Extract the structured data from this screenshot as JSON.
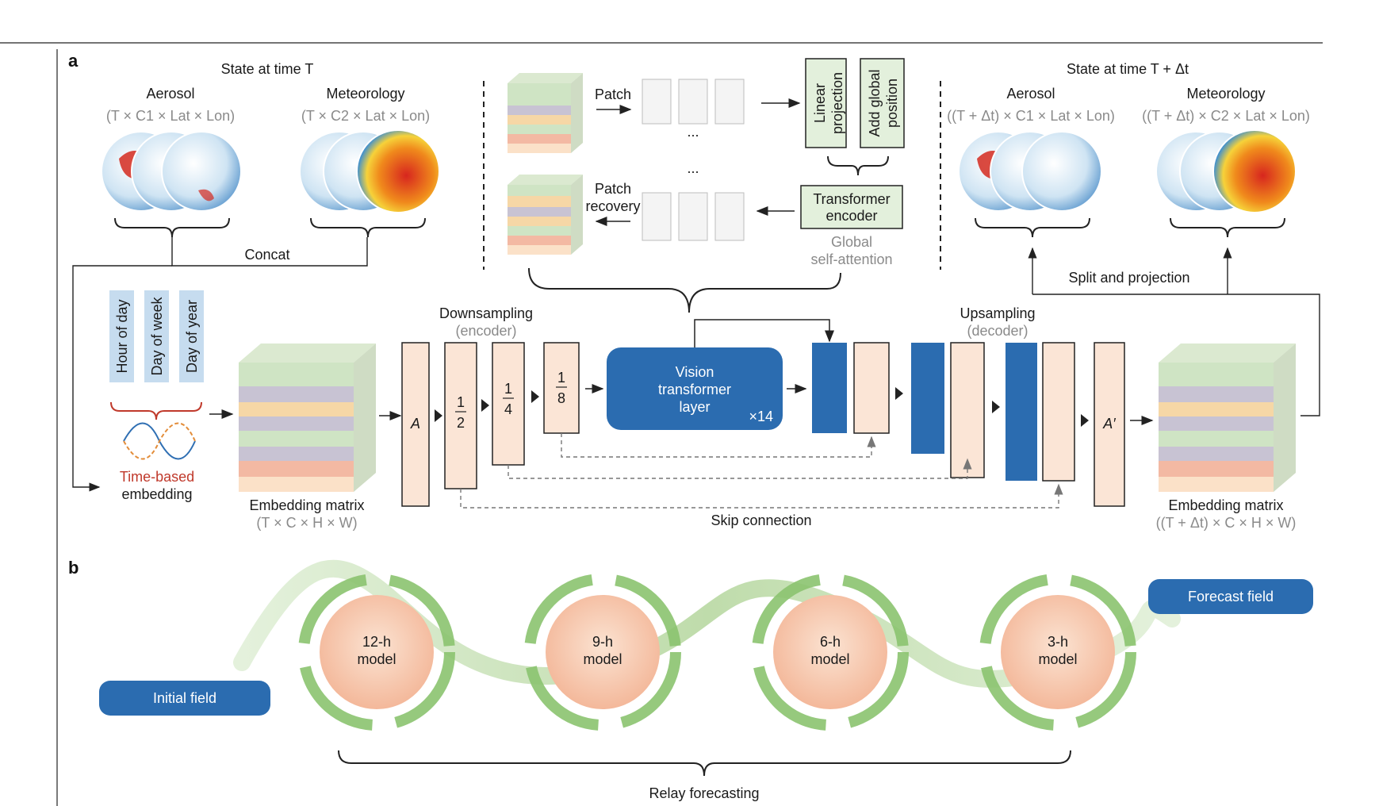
{
  "panel_a": {
    "label": "a",
    "state_t": {
      "title": "State at time T",
      "aerosol_title": "Aerosol",
      "aerosol_dims": "(T × C1 × Lat × Lon)",
      "meteo_title": "Meteorology",
      "meteo_dims": "(T × C2 × Lat × Lon)",
      "concat": "Concat"
    },
    "patch_block": {
      "patch": "Patch",
      "patch_recovery_1": "Patch",
      "patch_recovery_2": "recovery",
      "ellipsis": "...",
      "linear_1": "Linear",
      "linear_2": "projection",
      "addpos_1": "Add global",
      "addpos_2": "position",
      "transformer_1": "Transformer",
      "transformer_2": "encoder",
      "global_1": "Global",
      "global_2": "self-attention"
    },
    "state_t_dt": {
      "title": "State at time T + Δt",
      "aerosol_title": "Aerosol",
      "aerosol_dims": "((T + Δt) × C1 × Lat × Lon)",
      "meteo_title": "Meteorology",
      "meteo_dims": "((T + Δt) × C2 × Lat × Lon)",
      "split": "Split and projection"
    },
    "time_embedding": {
      "bars": [
        "Hour of day",
        "Day of week",
        "Day of year"
      ],
      "title_1": "Time-based",
      "title_2": "embedding"
    },
    "embedding_in": {
      "title": "Embedding matrix",
      "dims": "(T × C × H × W)"
    },
    "embedding_out": {
      "title": "Embedding matrix",
      "dims": "((T + Δt) × C × H × W)"
    },
    "downsampling": {
      "title": "Downsampling",
      "sub": "(encoder)"
    },
    "upsampling": {
      "title": "Upsampling",
      "sub": "(decoder)"
    },
    "blocks": {
      "a": "A",
      "half": [
        "1",
        "2"
      ],
      "quarter": [
        "1",
        "4"
      ],
      "eighth": [
        "1",
        "8"
      ],
      "a_prime": "A′"
    },
    "vit": {
      "line1": "Vision",
      "line2": "transformer",
      "line3": "layer",
      "repeat": "×14"
    },
    "skip": "Skip connection"
  },
  "panel_b": {
    "label": "b",
    "initial": "Initial field",
    "forecast": "Forecast field",
    "models": [
      {
        "l1": "12-h",
        "l2": "model"
      },
      {
        "l1": "9-h",
        "l2": "model"
      },
      {
        "l1": "6-h",
        "l2": "model"
      },
      {
        "l1": "3-h",
        "l2": "model"
      }
    ],
    "relay": "Relay forecasting"
  },
  "colors": {
    "blue": "#2b6cb0",
    "peach": "#fbe5d6",
    "green_box": "#e3f0dc",
    "green_arrow": "#6aab4f",
    "red_text": "#c0392b"
  }
}
